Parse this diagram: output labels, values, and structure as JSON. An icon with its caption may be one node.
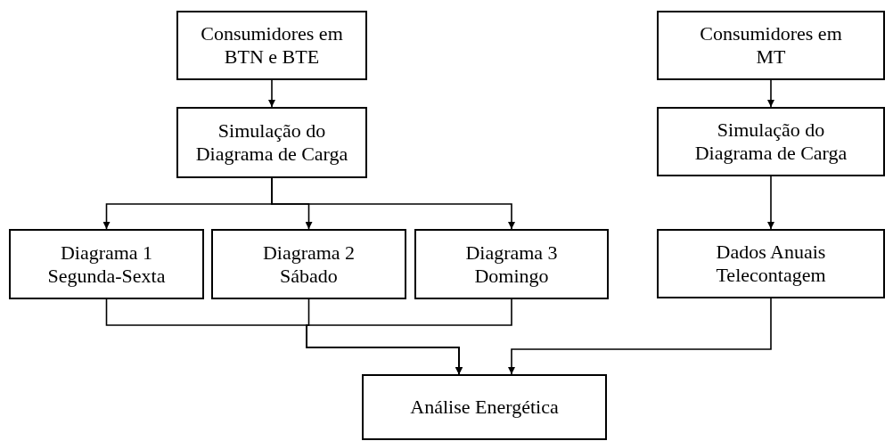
{
  "diagram": {
    "nodes": [
      {
        "text": [
          "Consumidores em BTN e BTE"
        ]
      },
      {
        "text": [
          "Simulação do Diagrama de Carga"
        ]
      },
      {
        "text": [
          "Diagrama 1 Segunda-Sexta"
        ]
      },
      {
        "text": [
          "Diagrama 2 Sábado"
        ]
      },
      {
        "text": [
          "Diagrama 3 Domingo"
        ]
      },
      {
        "text": [
          "Consumidores em MT"
        ]
      },
      {
        "text": [
          "Simulação do Diagrama de Carga"
        ]
      },
      {
        "text": [
          "Dados Anuais Telecontagem"
        ]
      },
      {
        "text": [
          "Análise Energética"
        ]
      }
    ],
    "edges": [
      {
        "from": 0,
        "to": 1,
        "arrow": "to"
      },
      {
        "from": 1,
        "to": 2,
        "arrow": "to"
      },
      {
        "from": 1,
        "to": 3,
        "arrow": "to"
      },
      {
        "from": 1,
        "to": 4,
        "arrow": "to"
      },
      {
        "from": 2,
        "to": 8,
        "arrow": "to"
      },
      {
        "from": 3,
        "to": 8,
        "arrow": "to"
      },
      {
        "from": 4,
        "to": 8,
        "arrow": "to"
      },
      {
        "from": 5,
        "to": 6,
        "arrow": "to"
      },
      {
        "from": 6,
        "to": 7,
        "arrow": "to"
      },
      {
        "from": 7,
        "to": 8,
        "arrow": "to"
      }
    ]
  }
}
